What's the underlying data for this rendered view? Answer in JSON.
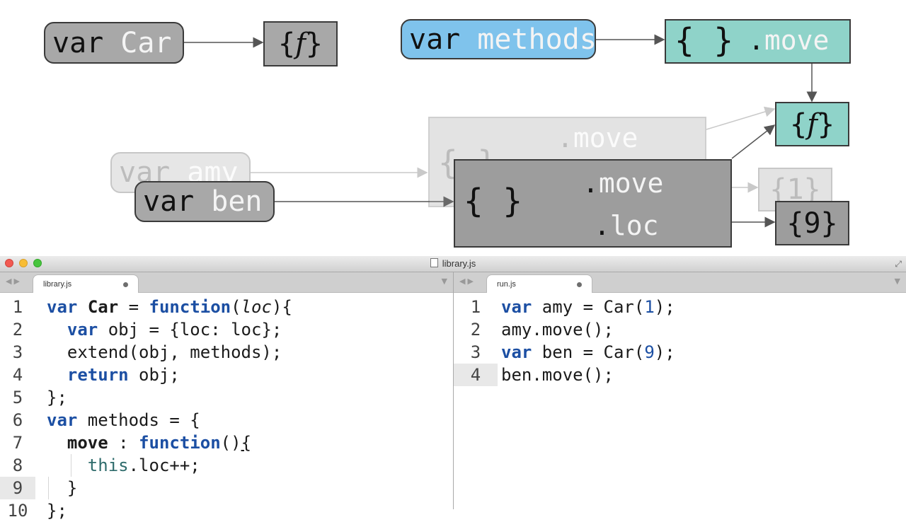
{
  "diagram": {
    "car_var": {
      "keyword": "var",
      "name": "Car"
    },
    "car_func": {
      "open": "{",
      "f": "f",
      "close": "}"
    },
    "methods_var": {
      "keyword": "var",
      "name": "methods"
    },
    "methods_obj": {
      "braces": "{ }",
      "prop": "move"
    },
    "move_func": {
      "open": "{",
      "f": "f",
      "close": "}"
    },
    "amy_var": {
      "keyword": "var",
      "name": "amy"
    },
    "amy_obj": {
      "braces": "{ }",
      "prop": "move"
    },
    "amy_loc_value": "{1}",
    "ben_var": {
      "keyword": "var",
      "name": "ben"
    },
    "ben_obj": {
      "braces": "{ }",
      "prop_move": "move",
      "prop_loc": "loc"
    },
    "ben_loc_value": "{9}",
    "dot": "."
  },
  "window": {
    "title": "library.js"
  },
  "left_pane": {
    "tab": "library.js",
    "lines": [
      {
        "num": "1",
        "parts": [
          [
            "kw",
            "var"
          ],
          [
            "p",
            " "
          ],
          [
            "bold",
            "Car"
          ],
          [
            "p",
            " = "
          ],
          [
            "kw",
            "function"
          ],
          [
            "p",
            "("
          ],
          [
            "it",
            "loc"
          ],
          [
            "p",
            "){"
          ]
        ]
      },
      {
        "num": "2",
        "parts": [
          [
            "p",
            "  "
          ],
          [
            "kw",
            "var"
          ],
          [
            "p",
            " obj = {loc: loc};"
          ]
        ]
      },
      {
        "num": "3",
        "parts": [
          [
            "p",
            "  extend(obj, methods);"
          ]
        ]
      },
      {
        "num": "4",
        "parts": [
          [
            "p",
            "  "
          ],
          [
            "kw",
            "return"
          ],
          [
            "p",
            " obj;"
          ]
        ]
      },
      {
        "num": "5",
        "parts": [
          [
            "p",
            "};"
          ]
        ]
      },
      {
        "num": "6",
        "parts": [
          [
            "kw",
            "var"
          ],
          [
            "p",
            " methods = {"
          ]
        ]
      },
      {
        "num": "7",
        "parts": [
          [
            "p",
            "  "
          ],
          [
            "bold",
            "move"
          ],
          [
            "p",
            " : "
          ],
          [
            "kw",
            "function"
          ],
          [
            "p",
            "()"
          ],
          [
            "u",
            "{"
          ]
        ]
      },
      {
        "num": "8",
        "parts": [
          [
            "p",
            "    "
          ],
          [
            "this",
            "this"
          ],
          [
            "p",
            ".loc++;"
          ]
        ]
      },
      {
        "num": "9",
        "parts": [
          [
            "p",
            "  }"
          ]
        ],
        "current": true
      },
      {
        "num": "10",
        "parts": [
          [
            "p",
            "};"
          ]
        ]
      }
    ]
  },
  "right_pane": {
    "tab": "run.js",
    "lines": [
      {
        "num": "1",
        "parts": [
          [
            "kw",
            "var"
          ],
          [
            "p",
            " amy = Car("
          ],
          [
            "num",
            "1"
          ],
          [
            "p",
            ");"
          ]
        ]
      },
      {
        "num": "2",
        "parts": [
          [
            "p",
            "amy.move();"
          ]
        ]
      },
      {
        "num": "3",
        "parts": [
          [
            "kw",
            "var"
          ],
          [
            "p",
            " ben = Car("
          ],
          [
            "num",
            "9"
          ],
          [
            "p",
            ");"
          ]
        ]
      },
      {
        "num": "4",
        "parts": [
          [
            "p",
            "ben.move();"
          ]
        ],
        "current": true
      }
    ]
  },
  "colors": {
    "keyword": "#1c4fa3",
    "var_box_gray": "#a8a8a8",
    "methods_blue": "#7fc3ec",
    "methods_teal": "#8fd3c9"
  }
}
